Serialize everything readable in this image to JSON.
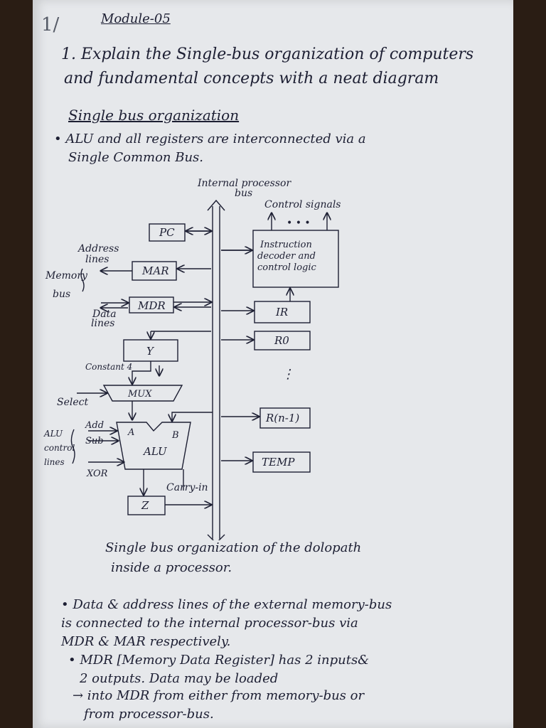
{
  "page": {
    "mark": "1/",
    "module": "Module-05",
    "question": [
      "1. Explain the Single-bus organization of computers",
      "and fundamental concepts with a neat diagram"
    ],
    "heading": "Single bus organization",
    "bullet1": [
      "• ALU and all registers are interconnected via a",
      "Single Common Bus."
    ],
    "caption": [
      "Single bus organization of the dolopath",
      "inside a processor."
    ],
    "bullet2": [
      "• Data & address lines of the external memory-bus",
      "is connected to the internal processor-bus via",
      "MDR & MAR respectively."
    ],
    "bullet3": [
      "• MDR [Memory Data Register] has 2 inputs&",
      "2 outputs. Data may be loaded"
    ],
    "bullet4": [
      "→ into MDR from either from memory-bus or",
      "from processor-bus."
    ]
  },
  "diagram": {
    "bus_label": [
      "Internal processor",
      "bus"
    ],
    "control_signals": "Control signals",
    "ellipsis": "• • •",
    "vertical_dots": "⋮",
    "pc": "PC",
    "mar": "MAR",
    "mdr": "MDR",
    "y": "Y",
    "mux": "MUX",
    "alu": "ALU",
    "alu_a": "A",
    "alu_b": "B",
    "z": "Z",
    "decoder": [
      "Instruction",
      "decoder and",
      "control logic"
    ],
    "ir": "IR",
    "r0": "R0",
    "rn": "R(n-1)",
    "temp": "TEMP",
    "address_lines": [
      "Address",
      "lines"
    ],
    "memory_bus": [
      "Memory",
      "bus"
    ],
    "data_lines": [
      "Data",
      "lines"
    ],
    "constant": "Constant 4",
    "select": "Select",
    "add": "Add",
    "sub": "Sub",
    "xor": "XOR",
    "alu_control": [
      "ALU",
      "control",
      "lines"
    ],
    "carry_in": "Carry-in"
  },
  "colors": {
    "ink": "#1d1f33",
    "paper": "#e6e8eb",
    "background": "#2a1d14",
    "tab": "#b01a1a"
  }
}
